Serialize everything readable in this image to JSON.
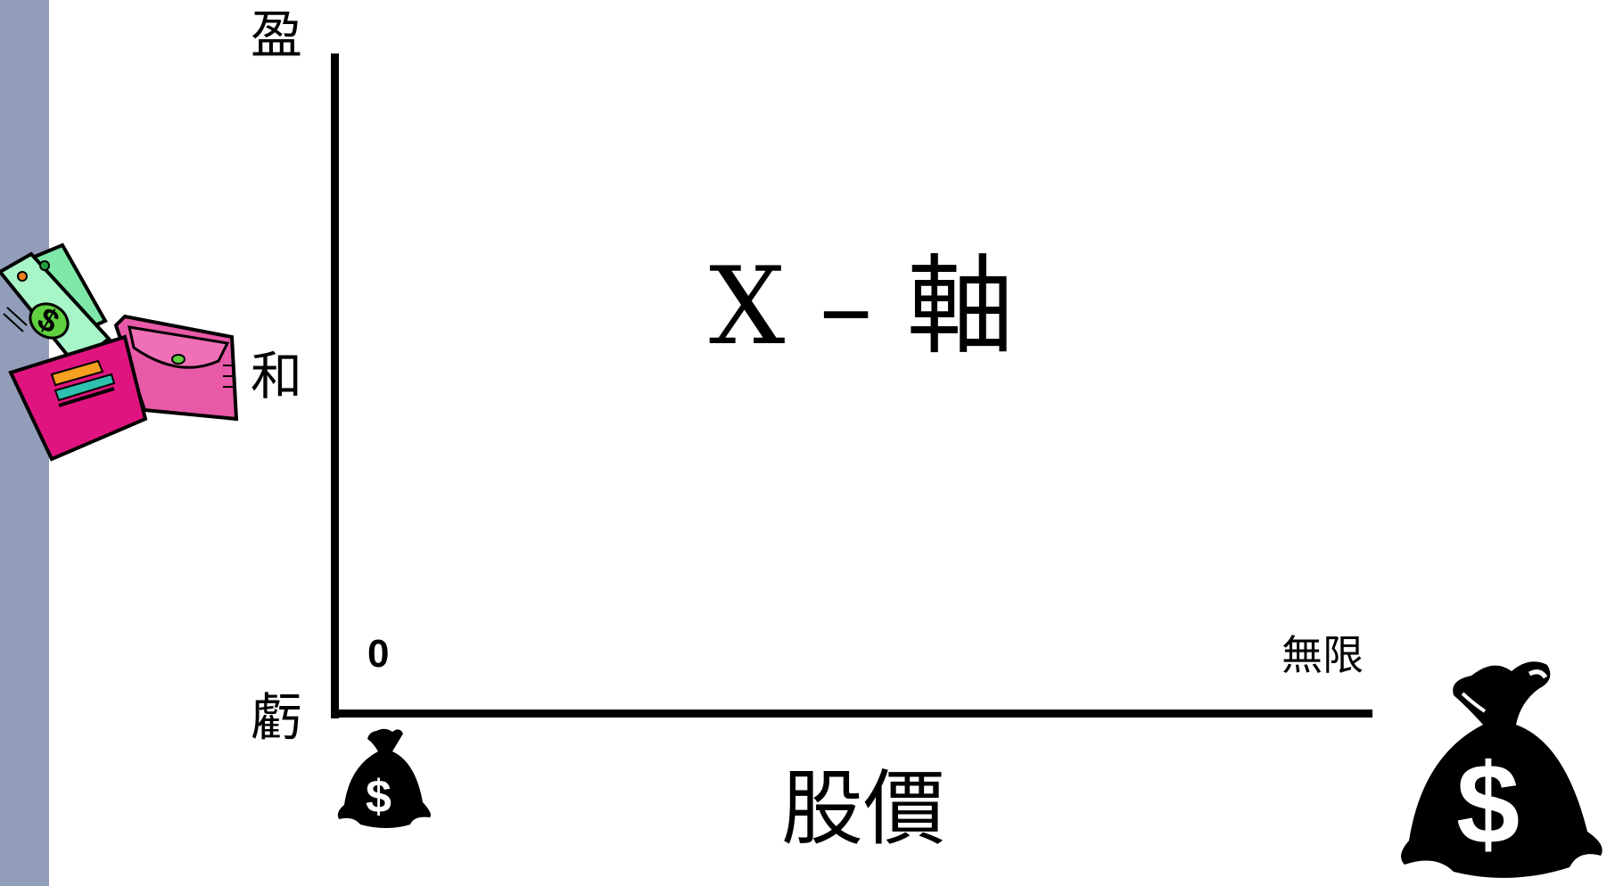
{
  "diagram": {
    "title": "X – 軸",
    "y_axis_label_chars": [
      "盈",
      "和",
      "虧"
    ],
    "x_axis_label": "股價",
    "x_tick_start": "0",
    "x_tick_end": "無限"
  },
  "icons": {
    "wallet": "wallet-with-money-icon",
    "small_bag": "money-bag-icon",
    "large_bag": "money-bag-icon"
  },
  "colors": {
    "left_bar": "#929db9",
    "wallet_pink": "#e0147f",
    "bill_green": "#8ff0b0"
  }
}
